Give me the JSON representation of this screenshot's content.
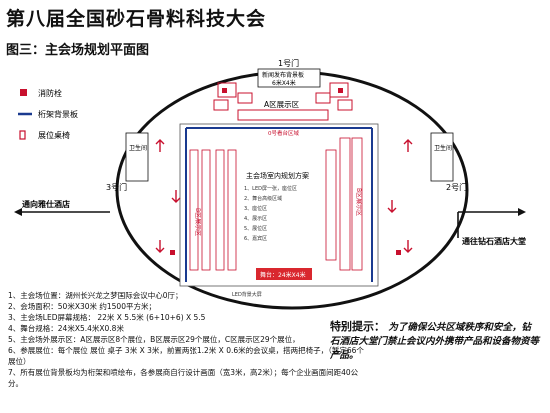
{
  "title": "第八届全国砂石骨料科技大会",
  "subtitle": "图三：主会场规划平面图",
  "legend": [
    {
      "label": "消防栓",
      "icon": "fire-hydrant-icon"
    },
    {
      "label": "桁架背景板",
      "icon": "truss-line-icon"
    },
    {
      "label": "展位桌椅",
      "icon": "booth-icon"
    }
  ],
  "gates": {
    "gate1": "1号门",
    "gate2": "2号门",
    "gate3": "3号门"
  },
  "top_board": {
    "line1": "新闻发布背景板",
    "line2": "6米X4米"
  },
  "zone_a": "A区展示区",
  "zone_b": "B区展示区",
  "restroom": "卫生间",
  "to_hotel_left": "通向雅仕酒店",
  "to_hotel_right": "通往钻石酒店大堂",
  "stage_note": "0号看台区域",
  "plan_scheme": {
    "title": "主会场室内规划方案",
    "lines": [
      "1、LED屏一张，座位区",
      "2、舞台高级区域",
      "3、座位区",
      "4、展示区",
      "5、展位区",
      "6、嘉宾区"
    ]
  },
  "led_label": "LED屏",
  "screen": "舞台：24米X4米",
  "bottom_board": "LED背景大屏",
  "notes": [
    "1、主会场位置：湖州长兴龙之梦国际会议中心0厅；",
    "2、会场面积：50米X30米    约1500平方米；",
    "3、主会场LED屏幕规格：  22米 X 5.5米  (6+10+6) X 5.5",
    "4、舞台规格：24米X5.4米X0.8米",
    "5、主会场外展示区：A区展示区8个展位，B区展示区29个展位，C区展示区29个展位，",
    "6、参展展位：每个展位 展位 桌子 3米 X 3米，前置两张1.2米 X 0.6米的会议桌，搭两把椅子，（暂定66个展位）",
    "7、所有展位背景板均为桁架和喷绘布，各参展商自行设计画面（宽3米，高2米）；每个企业画面间距40公分。"
  ],
  "tip_title": "特别提示：",
  "tip_text": "为了确保公共区域秩序和安全，钻石酒店大堂门禁止会议内外携带产品和设备物资等产品。"
}
